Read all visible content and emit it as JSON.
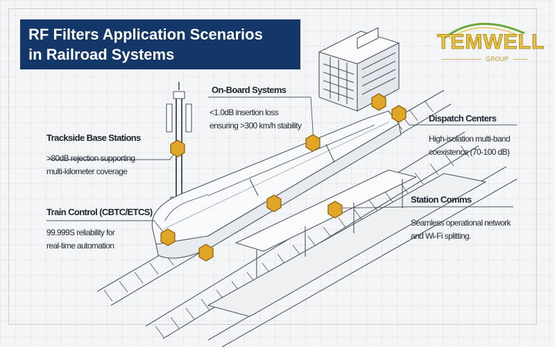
{
  "title": {
    "line1": "RF Filters Application Scenarios",
    "line2": "in Railroad Systems"
  },
  "logo": {
    "brand": "TEMWELL",
    "sub": "GROUP"
  },
  "sections": {
    "onboard": {
      "heading": "On-Board Systems",
      "line1": "<1.0dB insertion loss",
      "line2": "ensuring >300 km/h stability"
    },
    "trackside": {
      "heading": "Trackside Base Stations",
      "line1": ">80dB rejection supporting",
      "line2": "multi-kilometer coverage"
    },
    "traincontrol": {
      "heading": "Train Control (CBTC/ETCS)",
      "line1": "99.999S reliability for",
      "line2": "real-time automation"
    },
    "dispatch": {
      "heading": "Dispatch Centers",
      "line1": "High-isolation multi-band",
      "line2": "coexistence (70-100 dB)"
    },
    "station": {
      "heading": "Station Comms",
      "line1": "Seamless operational network",
      "line2": "and Wi-Fi splitting."
    }
  },
  "colors": {
    "title_bg": "#14376a",
    "accent_gold": "#e0a628",
    "line_art": "#4a5462",
    "logo_gold": "#e7c34a",
    "logo_green": "#6aa63c"
  }
}
